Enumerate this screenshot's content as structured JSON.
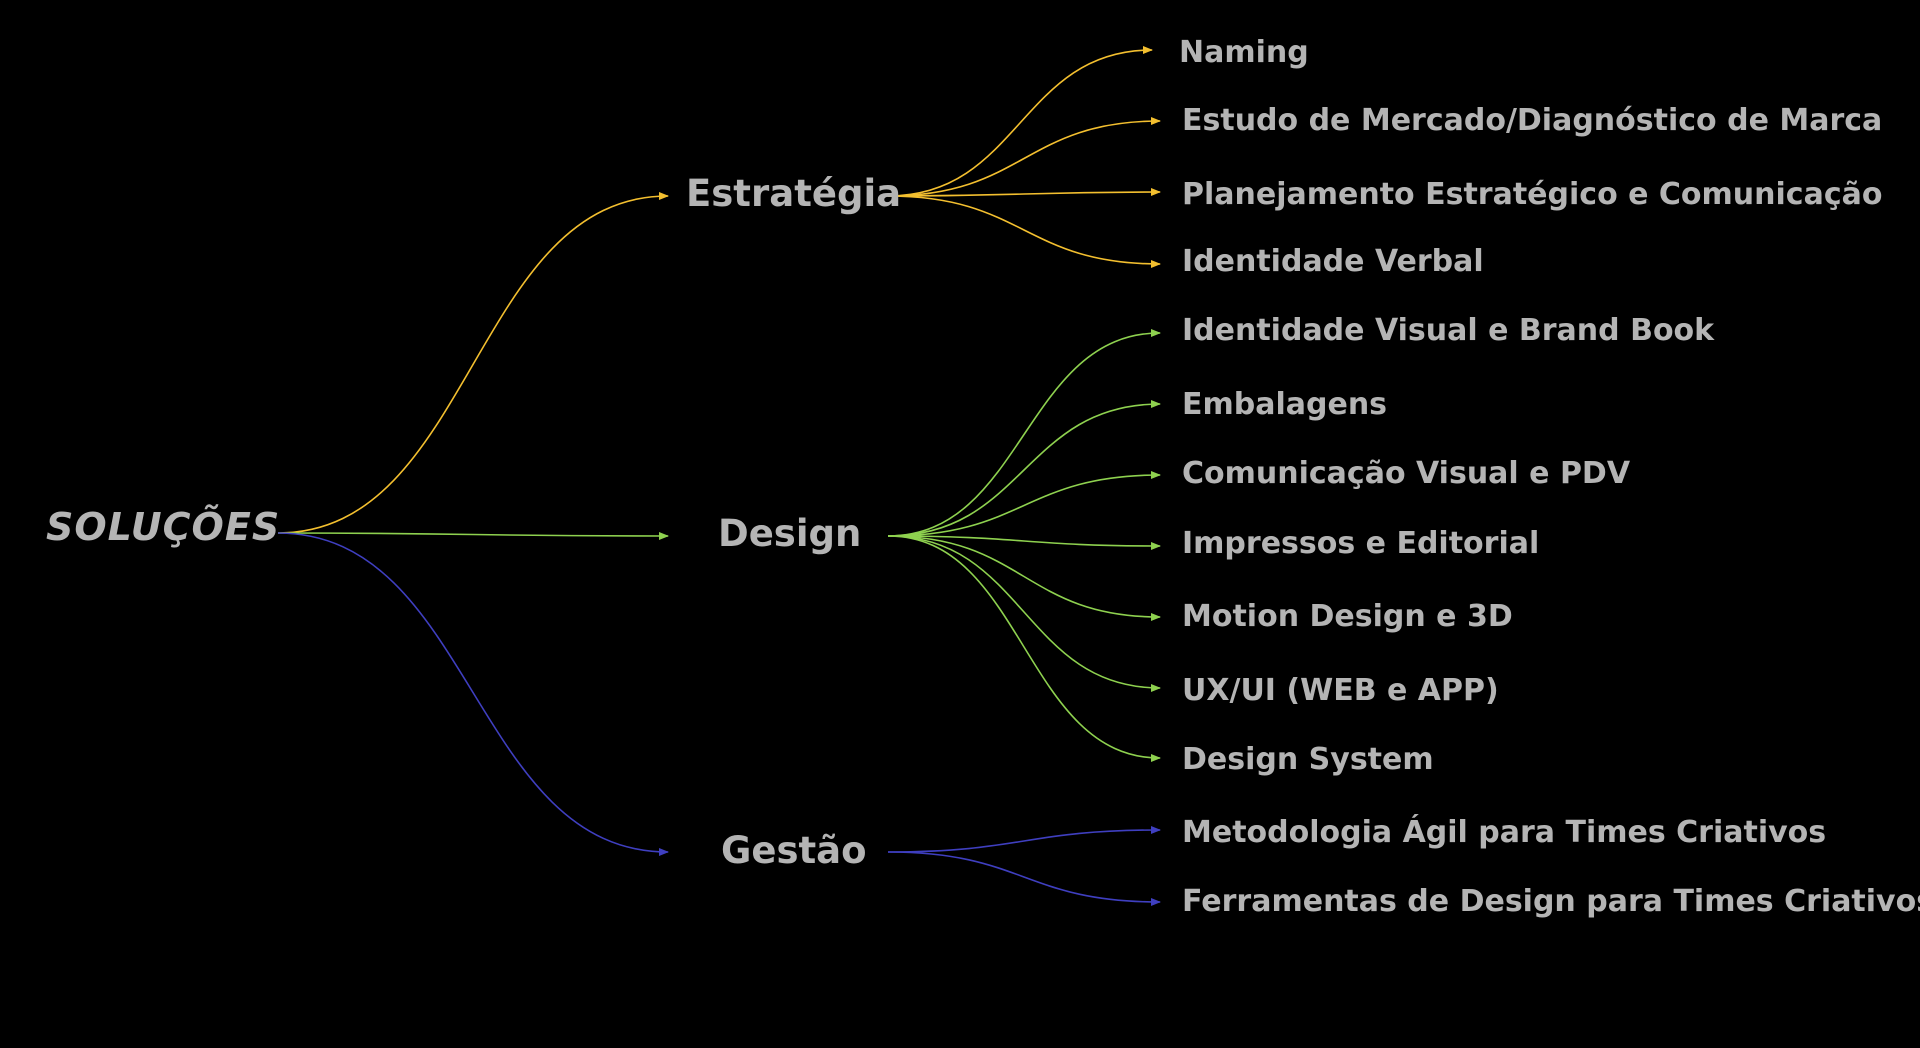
{
  "diagram": {
    "root": "SOLUÇÕES",
    "colors": {
      "background": "#000000",
      "text": "#b4b4b4",
      "estrategia": "#f3bf2f",
      "design": "#8ed14f",
      "gestao": "#3f3fc0"
    },
    "categories": [
      {
        "id": "estrategia",
        "label": "Estratégia",
        "items": [
          "Naming",
          "Estudo de Mercado/Diagnóstico de Marca",
          "Planejamento Estratégico e Comunicação",
          "Identidade Verbal"
        ]
      },
      {
        "id": "design",
        "label": "Design",
        "items": [
          "Identidade Visual e Brand Book",
          "Embalagens",
          "Comunicação Visual e PDV",
          "Impressos e Editorial",
          "Motion Design e 3D",
          "UX/UI (WEB e APP)",
          "Design System"
        ]
      },
      {
        "id": "gestao",
        "label": "Gestão",
        "items": [
          "Metodologia Ágil para Times Criativos",
          "Ferramentas de Design para Times Criativos"
        ]
      }
    ]
  }
}
